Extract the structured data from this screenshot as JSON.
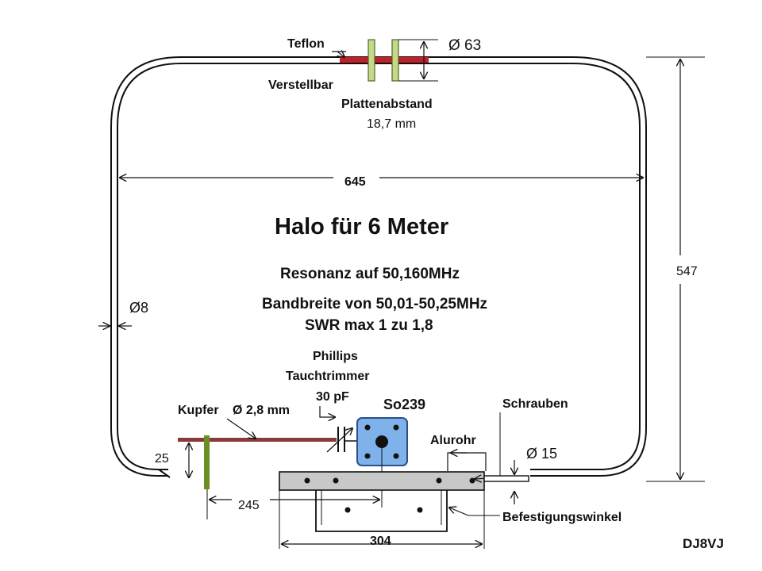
{
  "diagram": {
    "title": "Halo für 6 Meter",
    "specs": {
      "resonance": "Resonanz auf 50,160MHz",
      "bandwidth": "Bandbreite von 50,01-50,25MHz",
      "swr": "SWR max 1 zu 1,8"
    },
    "labels": {
      "teflon": "Teflon",
      "diameter_63": "Ø 63",
      "adjustable": "Verstellbar",
      "plate_gap": "Plattenabstand",
      "plate_gap_value": "18,7 mm",
      "width_645": "645",
      "height_547": "547",
      "diameter_8": "Ø8",
      "trimmer_brand": "Phillips",
      "trimmer_type": "Tauchtrimmer",
      "trimmer_value": "30 pF",
      "copper": "Kupfer",
      "copper_diameter": "Ø 2,8 mm",
      "connector": "So239",
      "screws": "Schrauben",
      "alu_tube": "Alurohr",
      "diameter_15": "Ø 15",
      "dim_25": "25",
      "dim_245": "245",
      "mount_bracket": "Befestigungswinkel",
      "dim_304": "304",
      "author": "DJ8VJ"
    },
    "colors": {
      "copper": "#8b3a3a",
      "teflon": "#c0202a",
      "plate": "#c8d88a",
      "plate_stroke": "#4a6a20",
      "green_bar": "#6b8e23",
      "alu_bar": "#c8c8c8",
      "so239_fill": "#7fb2ea",
      "so239_stroke": "#2a4f8a"
    }
  }
}
